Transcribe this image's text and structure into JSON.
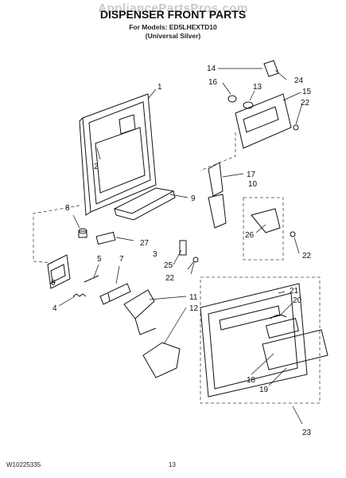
{
  "header": {
    "watermark": "AppliancePartsPros.com",
    "title": "DISPENSER FRONT PARTS",
    "models_line": "For Models: ED5LHEXTD10",
    "color_line": "(Universal Silver)"
  },
  "callouts": [
    "1",
    "2",
    "3",
    "4",
    "5",
    "6",
    "7",
    "8",
    "9",
    "10",
    "11",
    "12",
    "13",
    "14",
    "15",
    "16",
    "17",
    "18",
    "19",
    "20",
    "21",
    "22",
    "22",
    "22",
    "22",
    "23",
    "24",
    "25",
    "26",
    "27"
  ],
  "footer": {
    "doc_number": "W10225335",
    "page_number": "13"
  }
}
